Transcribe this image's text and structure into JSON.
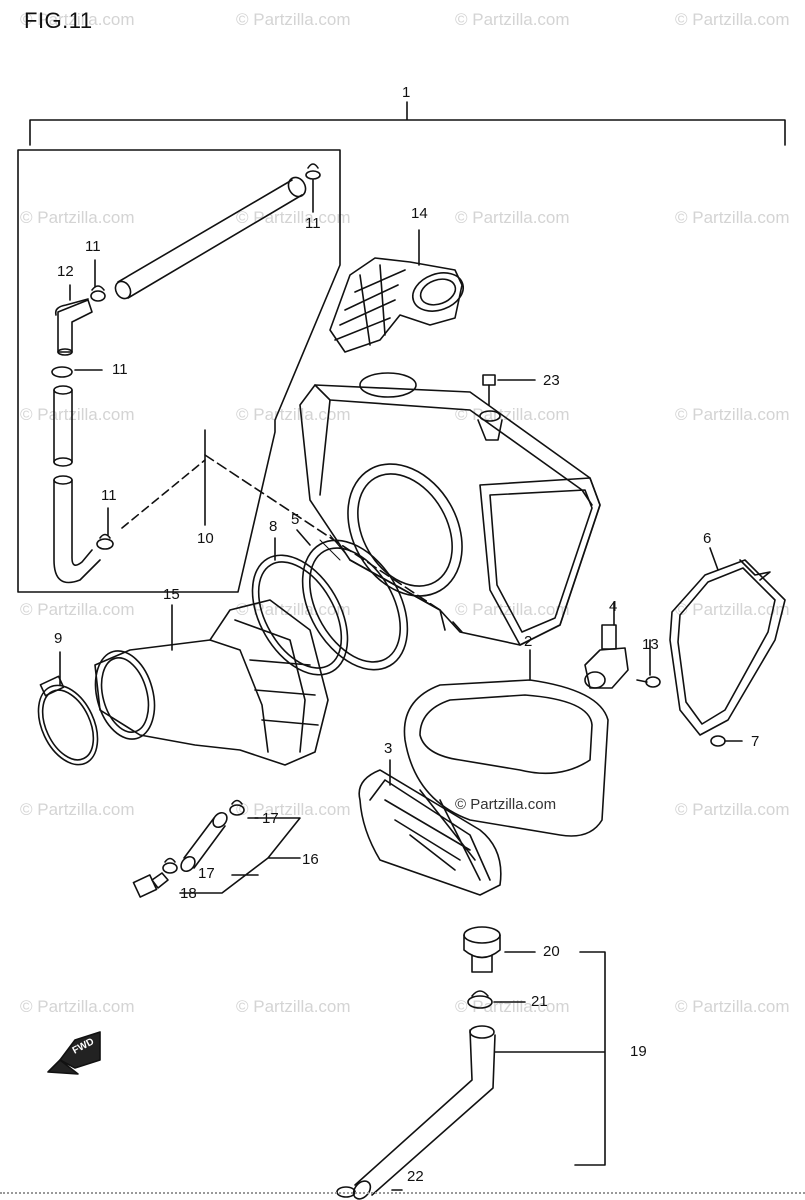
{
  "figure": {
    "title": "FIG.11",
    "fwd_label": "FWD"
  },
  "watermark": {
    "text": "© Partzilla.com",
    "main_text": "© Partzilla.com"
  },
  "callouts": [
    {
      "id": "c1",
      "label": "1"
    },
    {
      "id": "c2",
      "label": "2"
    },
    {
      "id": "c3",
      "label": "3"
    },
    {
      "id": "c4",
      "label": "4"
    },
    {
      "id": "c5",
      "label": "5"
    },
    {
      "id": "c6",
      "label": "6"
    },
    {
      "id": "c7",
      "label": "7"
    },
    {
      "id": "c8",
      "label": "8"
    },
    {
      "id": "c9",
      "label": "9"
    },
    {
      "id": "c10",
      "label": "10"
    },
    {
      "id": "c11a",
      "label": "11"
    },
    {
      "id": "c11b",
      "label": "11"
    },
    {
      "id": "c11c",
      "label": "11"
    },
    {
      "id": "c11d",
      "label": "11"
    },
    {
      "id": "c12",
      "label": "12"
    },
    {
      "id": "c13",
      "label": "13"
    },
    {
      "id": "c14",
      "label": "14"
    },
    {
      "id": "c15",
      "label": "15"
    },
    {
      "id": "c16",
      "label": "16"
    },
    {
      "id": "c17a",
      "label": "17"
    },
    {
      "id": "c17b",
      "label": "17"
    },
    {
      "id": "c18",
      "label": "18"
    },
    {
      "id": "c19",
      "label": "19"
    },
    {
      "id": "c20",
      "label": "20"
    },
    {
      "id": "c21",
      "label": "21"
    },
    {
      "id": "c22",
      "label": "22"
    },
    {
      "id": "c23",
      "label": "23"
    }
  ]
}
